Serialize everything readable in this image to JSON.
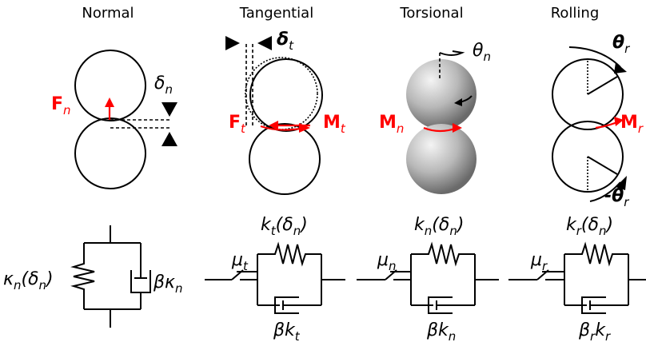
{
  "panels": {
    "normal": {
      "heading": "Normal",
      "force": {
        "base": "F",
        "sub": "n"
      },
      "overlap": {
        "base": "δ",
        "sub": "n"
      },
      "spring": {
        "base": "κ",
        "sub": "n",
        "arg": "(δ",
        "argsub": "n",
        "close": ")"
      },
      "damper": {
        "text": "βκ",
        "sub": "n"
      }
    },
    "tangential": {
      "heading": "Tangential",
      "force": {
        "base": "F",
        "sub": "t"
      },
      "moment": {
        "base": "M",
        "sub": "t"
      },
      "disp": {
        "base": "δ",
        "sub": "t"
      },
      "spring": {
        "base": "k",
        "sub": "t",
        "arg": "(δ",
        "argsub": "n",
        "close": ")"
      },
      "friction": {
        "base": "μ",
        "sub": "t"
      },
      "damper": {
        "text": "βk",
        "sub": "t"
      }
    },
    "torsional": {
      "heading": "Torsional",
      "moment": {
        "base": "M",
        "sub": "n"
      },
      "angle": {
        "base": "θ",
        "sub": "n"
      },
      "spring": {
        "base": "k",
        "sub": "n",
        "arg": "(δ",
        "argsub": "n",
        "close": ")"
      },
      "friction": {
        "base": "μ",
        "sub": "n"
      },
      "damper": {
        "text": "βk",
        "sub": "n"
      }
    },
    "rolling": {
      "heading": "Rolling",
      "moment": {
        "base": "M",
        "sub": "r"
      },
      "angle_top": {
        "base": "θ",
        "sub": "r"
      },
      "angle_bottom": {
        "base": "-θ",
        "sub": "r"
      },
      "spring": {
        "base": "k",
        "sub": "r",
        "arg": "(δ",
        "argsub": "n",
        "close": ")"
      },
      "friction": {
        "base": "μ",
        "sub": "r"
      },
      "damper": {
        "text": "β",
        "sub": "r",
        "text2": "k",
        "sub2": "r"
      }
    }
  },
  "colors": {
    "highlight": "#ff0000",
    "ink": "#000000"
  }
}
